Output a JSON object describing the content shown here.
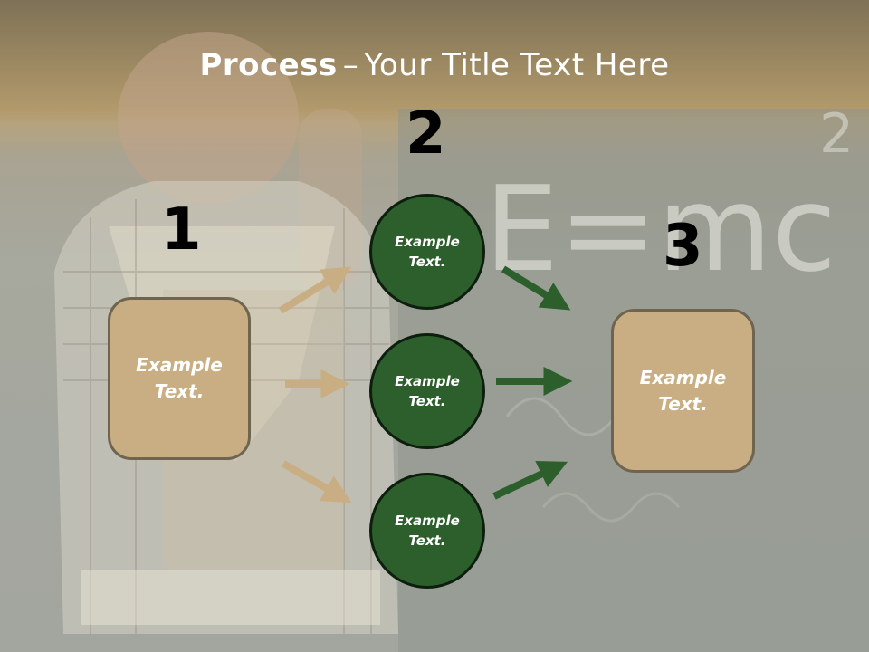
{
  "title": {
    "bold": "Process",
    "dash": "–",
    "rest": "Your Title Text Here"
  },
  "numbers": {
    "n1": "1",
    "n2": "2",
    "n3": "3"
  },
  "left_box": {
    "text": "Example\nText."
  },
  "right_box": {
    "text": "Example\nText."
  },
  "circles": [
    {
      "text": "Example\nText."
    },
    {
      "text": "Example\nText."
    },
    {
      "text": "Example\nText."
    }
  ],
  "background": {
    "chalk_text": "E=mc",
    "chalk_superscript": "2"
  },
  "colors": {
    "tan_box": "#c8ae82",
    "green_circle": "#2c5f2c",
    "tan_arrow": "#c8ae82",
    "green_arrow": "#2c5f2c"
  }
}
